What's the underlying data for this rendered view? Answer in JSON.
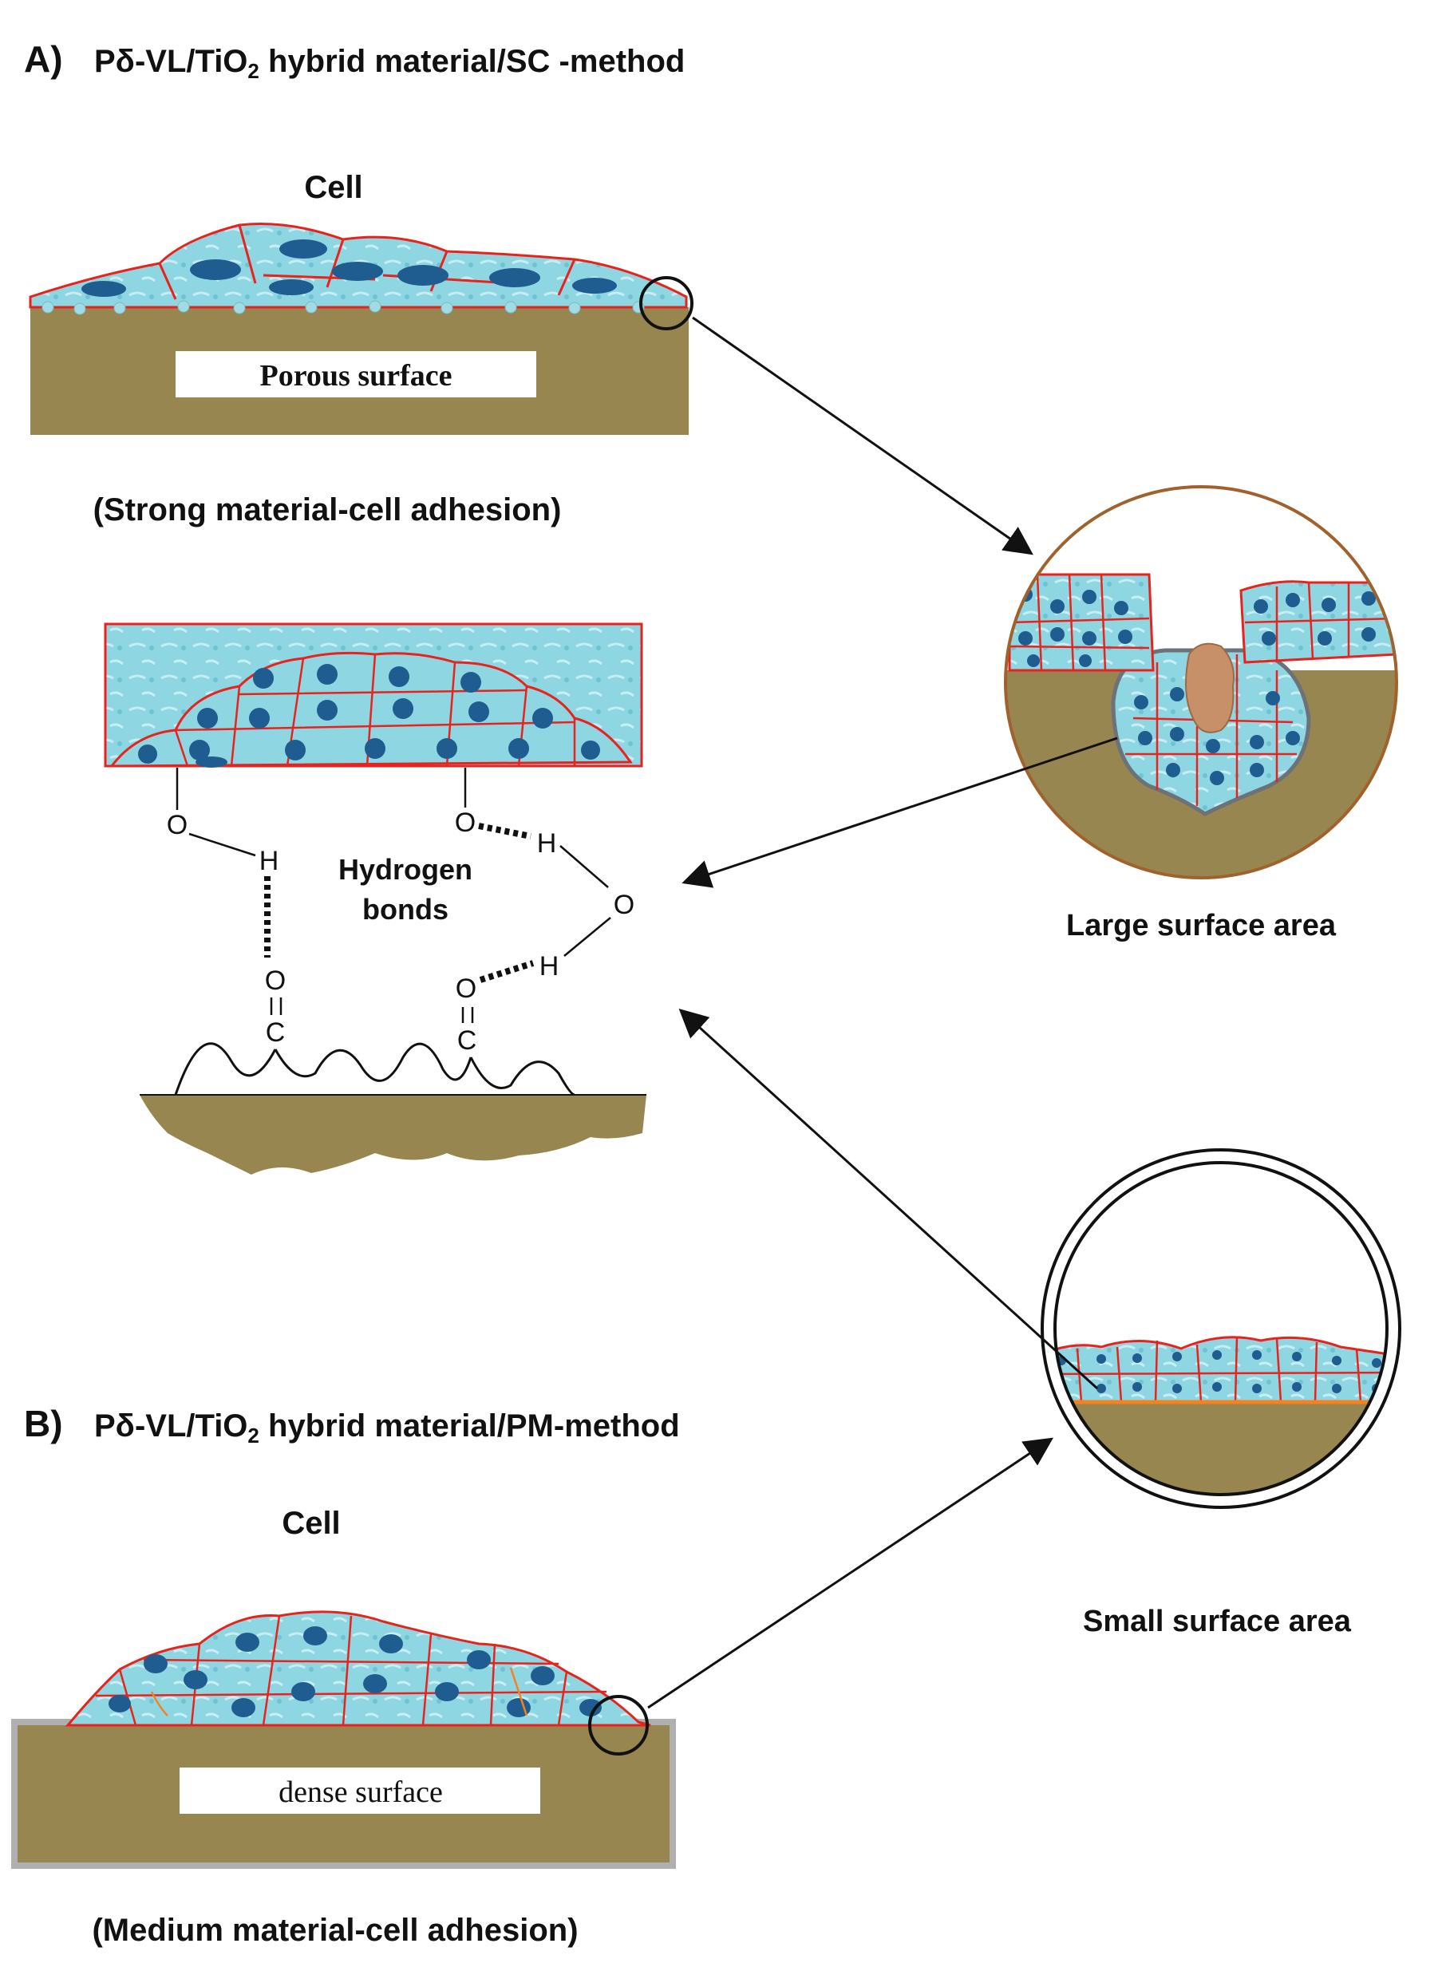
{
  "panel_a": {
    "letter": "A)",
    "title_pre": "Pδ-VL/TiO",
    "title_sub": "2",
    "title_post": " hybrid material/SC -method",
    "cell_label": "Cell",
    "surface_label": "Porous surface",
    "adhesion_label": "(Strong material-cell adhesion)"
  },
  "panel_b": {
    "letter": "B)",
    "title_pre": "Pδ-VL/TiO",
    "title_sub": "2",
    "title_post": " hybrid material/PM-method",
    "cell_label": "Cell",
    "surface_label": "dense surface",
    "adhesion_label": "(Medium material-cell adhesion)"
  },
  "zoom": {
    "large_label": "Large surface area",
    "small_label": "Small surface area"
  },
  "bonding": {
    "hydrogen_label_line1": "Hydrogen",
    "hydrogen_label_line2": "bonds",
    "atom_o": "O",
    "atom_h": "H",
    "atom_c": "C"
  },
  "colors": {
    "substrate": "#988650",
    "cell_fill": "#8fd6e3",
    "cell_outline": "#e8231c",
    "nucleus": "#1f5c8f",
    "zoom_ring": "#a0622d",
    "particle": "#c79068"
  }
}
